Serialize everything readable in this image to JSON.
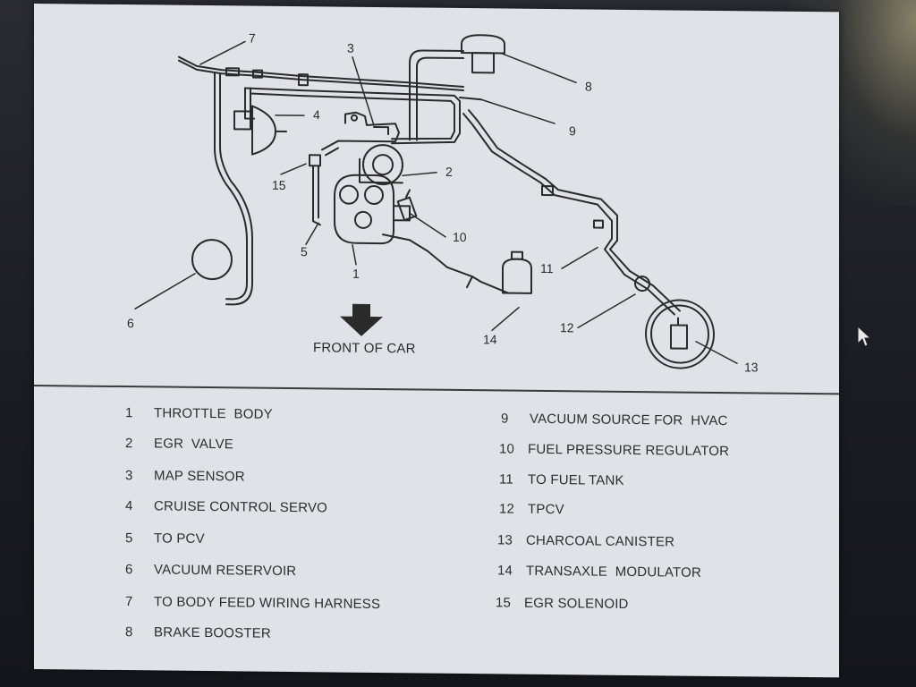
{
  "diagram": {
    "direction_label": "FRONT OF CAR",
    "callouts": [
      "7",
      "3",
      "8",
      "4",
      "9",
      "2",
      "15",
      "10",
      "5",
      "1",
      "11",
      "6",
      "14",
      "12",
      "13"
    ]
  },
  "legend": {
    "left": [
      {
        "num": "1",
        "label": "THROTTLE  BODY"
      },
      {
        "num": "2",
        "label": "EGR  VALVE"
      },
      {
        "num": "3",
        "label": "MAP SENSOR"
      },
      {
        "num": "4",
        "label": "CRUISE CONTROL SERVO"
      },
      {
        "num": "5",
        "label": "TO PCV"
      },
      {
        "num": "6",
        "label": "VACUUM RESERVOIR"
      },
      {
        "num": "7",
        "label": "TO BODY FEED WIRING HARNESS"
      },
      {
        "num": "8",
        "label": "BRAKE BOOSTER"
      }
    ],
    "right": [
      {
        "num": "9",
        "label": "VACUUM SOURCE FOR  HVAC"
      },
      {
        "num": "10",
        "label": "FUEL PRESSURE REGULATOR"
      },
      {
        "num": "11",
        "label": "TO FUEL TANK"
      },
      {
        "num": "12",
        "label": "TPCV"
      },
      {
        "num": "13",
        "label": "CHARCOAL CANISTER"
      },
      {
        "num": "14",
        "label": "TRANSAXLE  MODULATOR"
      },
      {
        "num": "15",
        "label": "EGR SOLENOID"
      }
    ]
  },
  "colors": {
    "paper": "#dfe3e7",
    "ink": "#2a2a2a",
    "bezel": "#1b1c22"
  }
}
